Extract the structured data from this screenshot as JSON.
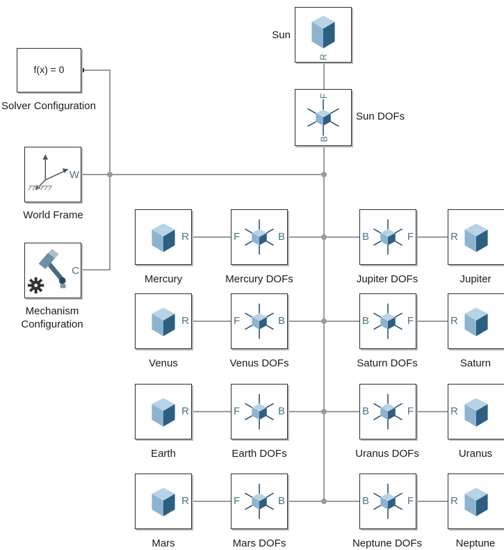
{
  "blocks": {
    "solver": {
      "text": "f(x) = 0",
      "label": "Solver Configuration"
    },
    "world": {
      "label": "World Frame",
      "port": "W"
    },
    "mechanism": {
      "label": "Mechanism Configuration",
      "port": "C"
    },
    "sun": {
      "label": "Sun",
      "port": "R"
    },
    "sun_dofs": {
      "label": "Sun DOFs",
      "port_top": "F",
      "port_bottom": "B"
    }
  },
  "planets_left": [
    {
      "name": "Mercury",
      "dofs": "Mercury DOFs"
    },
    {
      "name": "Venus",
      "dofs": "Venus DOFs"
    },
    {
      "name": "Earth",
      "dofs": "Earth DOFs"
    },
    {
      "name": "Mars",
      "dofs": "Mars DOFs"
    }
  ],
  "planets_right": [
    {
      "name": "Jupiter",
      "dofs": "Jupiter DOFs"
    },
    {
      "name": "Saturn",
      "dofs": "Saturn DOFs"
    },
    {
      "name": "Uranus",
      "dofs": "Uranus DOFs"
    },
    {
      "name": "Neptune",
      "dofs": "Neptune DOFs"
    }
  ],
  "ports": {
    "solid": "R",
    "dof_left_in": "F",
    "dof_left_out": "B",
    "dof_right_in": "B",
    "dof_right_out": "F"
  },
  "colors": {
    "line": "#9a9a9a",
    "cube_top": "#b7d3e6",
    "cube_left": "#8db3cf",
    "cube_right": "#2c5f80",
    "arrow": "#274e6b"
  }
}
